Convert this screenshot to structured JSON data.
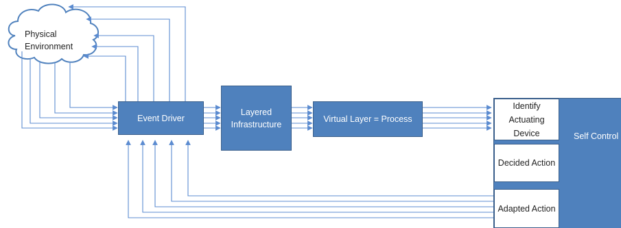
{
  "diagram": {
    "cloud_label": "Physical Environment",
    "event_driver": "Event Driver",
    "layered_infrastructure": "Layered Infrastructure",
    "virtual_layer": "Virtual Layer = Process",
    "self_control": "Self Control",
    "identify_actuating_device": "Identify Actuating Device",
    "decided_action": "Decided Action",
    "adapted_action": "Adapted Action"
  },
  "colors": {
    "box_fill": "#4f81bd",
    "box_border": "#385d8a",
    "arrow": "#5b8bd0",
    "cloud_border": "#4f81bd"
  }
}
